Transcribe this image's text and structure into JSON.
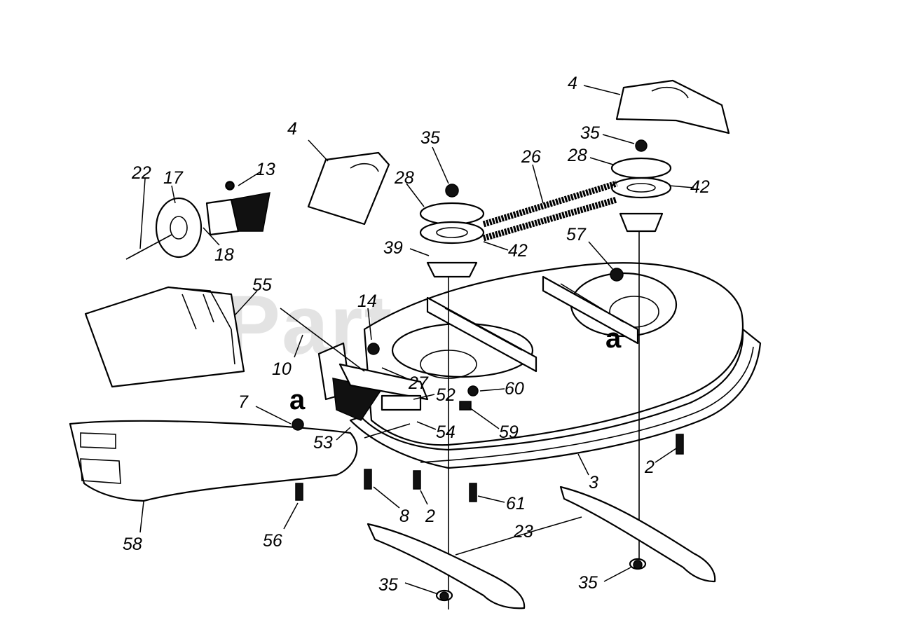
{
  "watermark": "PartsTree",
  "labels": {
    "l4a": "4",
    "l4b": "4",
    "l35a": "35",
    "l35b": "35",
    "l35c": "35",
    "l35d": "35",
    "l26": "26",
    "l28a": "28",
    "l28b": "28",
    "l42a": "42",
    "l42b": "42",
    "l39": "39",
    "l57": "57",
    "l22": "22",
    "l17": "17",
    "l13": "13",
    "l18": "18",
    "l55": "55",
    "l14": "14",
    "l10": "10",
    "l27": "27",
    "l52": "52",
    "l60": "60",
    "l7": "7",
    "l53": "53",
    "l54": "54",
    "l59": "59",
    "l2a": "2",
    "l2b": "2",
    "l3": "3",
    "l61": "61",
    "l8": "8",
    "l58": "58",
    "l56": "56",
    "l23": "23",
    "la1": "a",
    "la2": "a"
  }
}
